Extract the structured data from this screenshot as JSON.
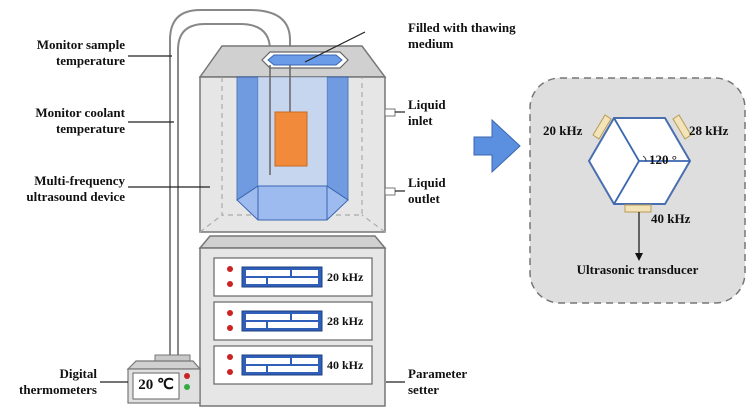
{
  "labels": {
    "monitor_sample": "Monitor sample\ntemperature",
    "monitor_coolant": "Monitor coolant\ntemperature",
    "ultrasound_device": "Multi-frequency\nultrasound device",
    "digital_thermometers": "Digital\nthermometers",
    "filled_with": "Filled with thawing\nmedium",
    "liquid_inlet": "Liquid\ninlet",
    "liquid_outlet": "Liquid\noutlet",
    "parameter_setter": "Parameter\nsetter",
    "ultrasonic_transducer": "Ultrasonic transducer"
  },
  "thermometer_display": "20 ℃",
  "setter_rows": [
    {
      "frequency": "20 kHz"
    },
    {
      "frequency": "28 kHz"
    },
    {
      "frequency": "40 kHz"
    }
  ],
  "transducer": {
    "freq_left": "20 kHz",
    "freq_right": "28 kHz",
    "freq_bottom": "40 kHz",
    "angle": "120 °"
  },
  "colors": {
    "tank_fill": "#e6e6e6",
    "inner_blue": "#4a7fd4",
    "sample_orange": "#f28a3c",
    "panel_bg": "#dedede",
    "arrow_blue": "#5b8fe0",
    "transducer_pad": "#f3e3b8",
    "led_red": "#cc2222",
    "led_green": "#33aa44"
  }
}
